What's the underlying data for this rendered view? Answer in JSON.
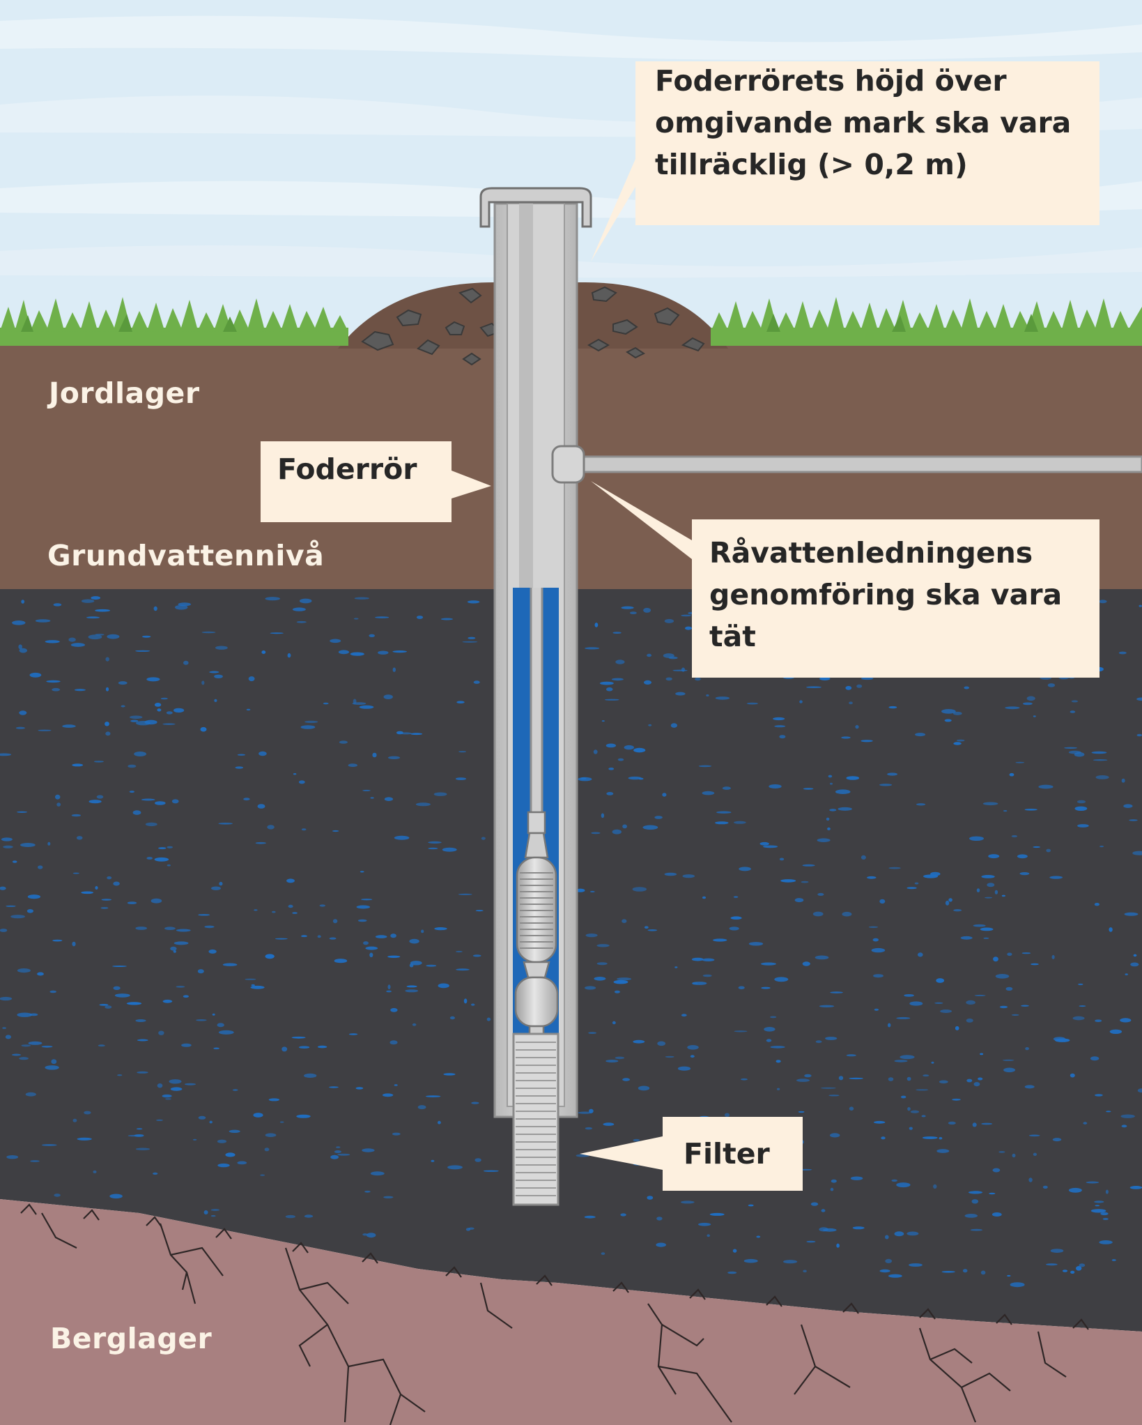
{
  "layers": {
    "soil": "Jordlager",
    "groundwater": "Grundvattennivå",
    "bedrock": "Berglager"
  },
  "callouts": {
    "casing_height": [
      "Foderrörets höjd över",
      "omgivande mark ska vara",
      "tillräcklig (> 0,2 m)"
    ],
    "casing": "Foderrör",
    "pipe_seal": [
      "Råvattenledningens",
      "genomföring ska  vara",
      "tät"
    ],
    "filter": "Filter"
  },
  "colors": {
    "sky": "#dceef8",
    "grass": "#6fb04a",
    "soil": "#7b5e50",
    "aquifer": "#3e3e42",
    "aquifer_specks": "#1f6fc4",
    "bedrock": "#a88080",
    "water": "#1e68b8",
    "casing": "#c9c9c9",
    "callout_bg": "#fdf0df"
  }
}
